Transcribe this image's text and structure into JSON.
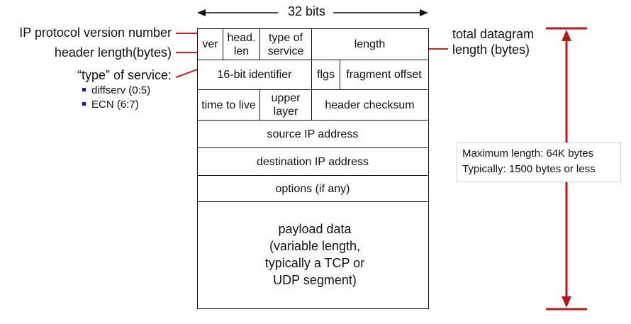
{
  "width_label": "32 bits",
  "fields": {
    "ver": "ver",
    "head_len": "head. len",
    "tos": "type of service",
    "length": "length",
    "identifier": "16-bit identifier",
    "flags": "flgs",
    "frag_offset": "fragment offset",
    "ttl": "time to live",
    "upper_layer": "upper layer",
    "checksum": "header checksum",
    "src_ip": "source IP address",
    "dst_ip": "destination IP address",
    "options": "options (if any)",
    "payload": "payload data (variable length, typically a TCP or UDP segment)"
  },
  "annotations": {
    "version": "IP protocol version number",
    "header_length": "header length(bytes)",
    "tos_title": "“type” of service:",
    "tos_items": [
      "diffserv (0:5)",
      "ECN (6:7)"
    ],
    "total_length": "total datagram length (bytes)",
    "max_length": "Maximum length: 64K bytes",
    "typical_length": "Typically: 1500 bytes or less"
  },
  "colors": {
    "annotation_line": "#cc2222",
    "length_arrow": "#b01c1c",
    "bullet": "#1a1a9a",
    "border": "#111111"
  }
}
